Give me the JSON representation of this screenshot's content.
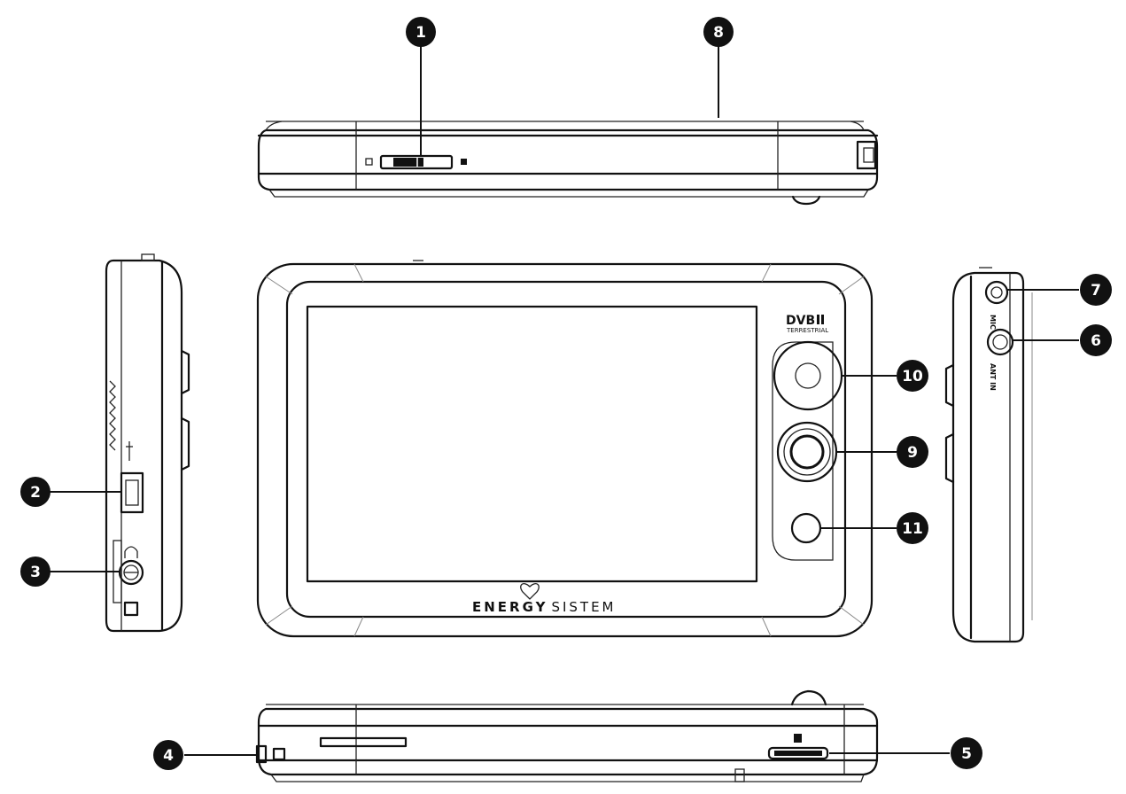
{
  "callouts": [
    {
      "id": "1",
      "label": "1"
    },
    {
      "id": "2",
      "label": "2"
    },
    {
      "id": "3",
      "label": "3"
    },
    {
      "id": "4",
      "label": "4"
    },
    {
      "id": "5",
      "label": "5"
    },
    {
      "id": "6",
      "label": "6"
    },
    {
      "id": "7",
      "label": "7"
    },
    {
      "id": "8",
      "label": "8"
    },
    {
      "id": "9",
      "label": "9"
    },
    {
      "id": "10",
      "label": "10"
    },
    {
      "id": "11",
      "label": "11"
    }
  ],
  "device": {
    "brand_primary": "ENERGY",
    "brand_secondary": "SISTEM",
    "tv_logo": "DVB",
    "tv_logo_sub": "TERRESTRIAL",
    "side_label_mic": "MIC",
    "side_label_ant": "ANT IN"
  },
  "colors": {
    "line": "#111111",
    "callout_fill": "#111111",
    "callout_text": "#ffffff",
    "background": "#ffffff"
  }
}
